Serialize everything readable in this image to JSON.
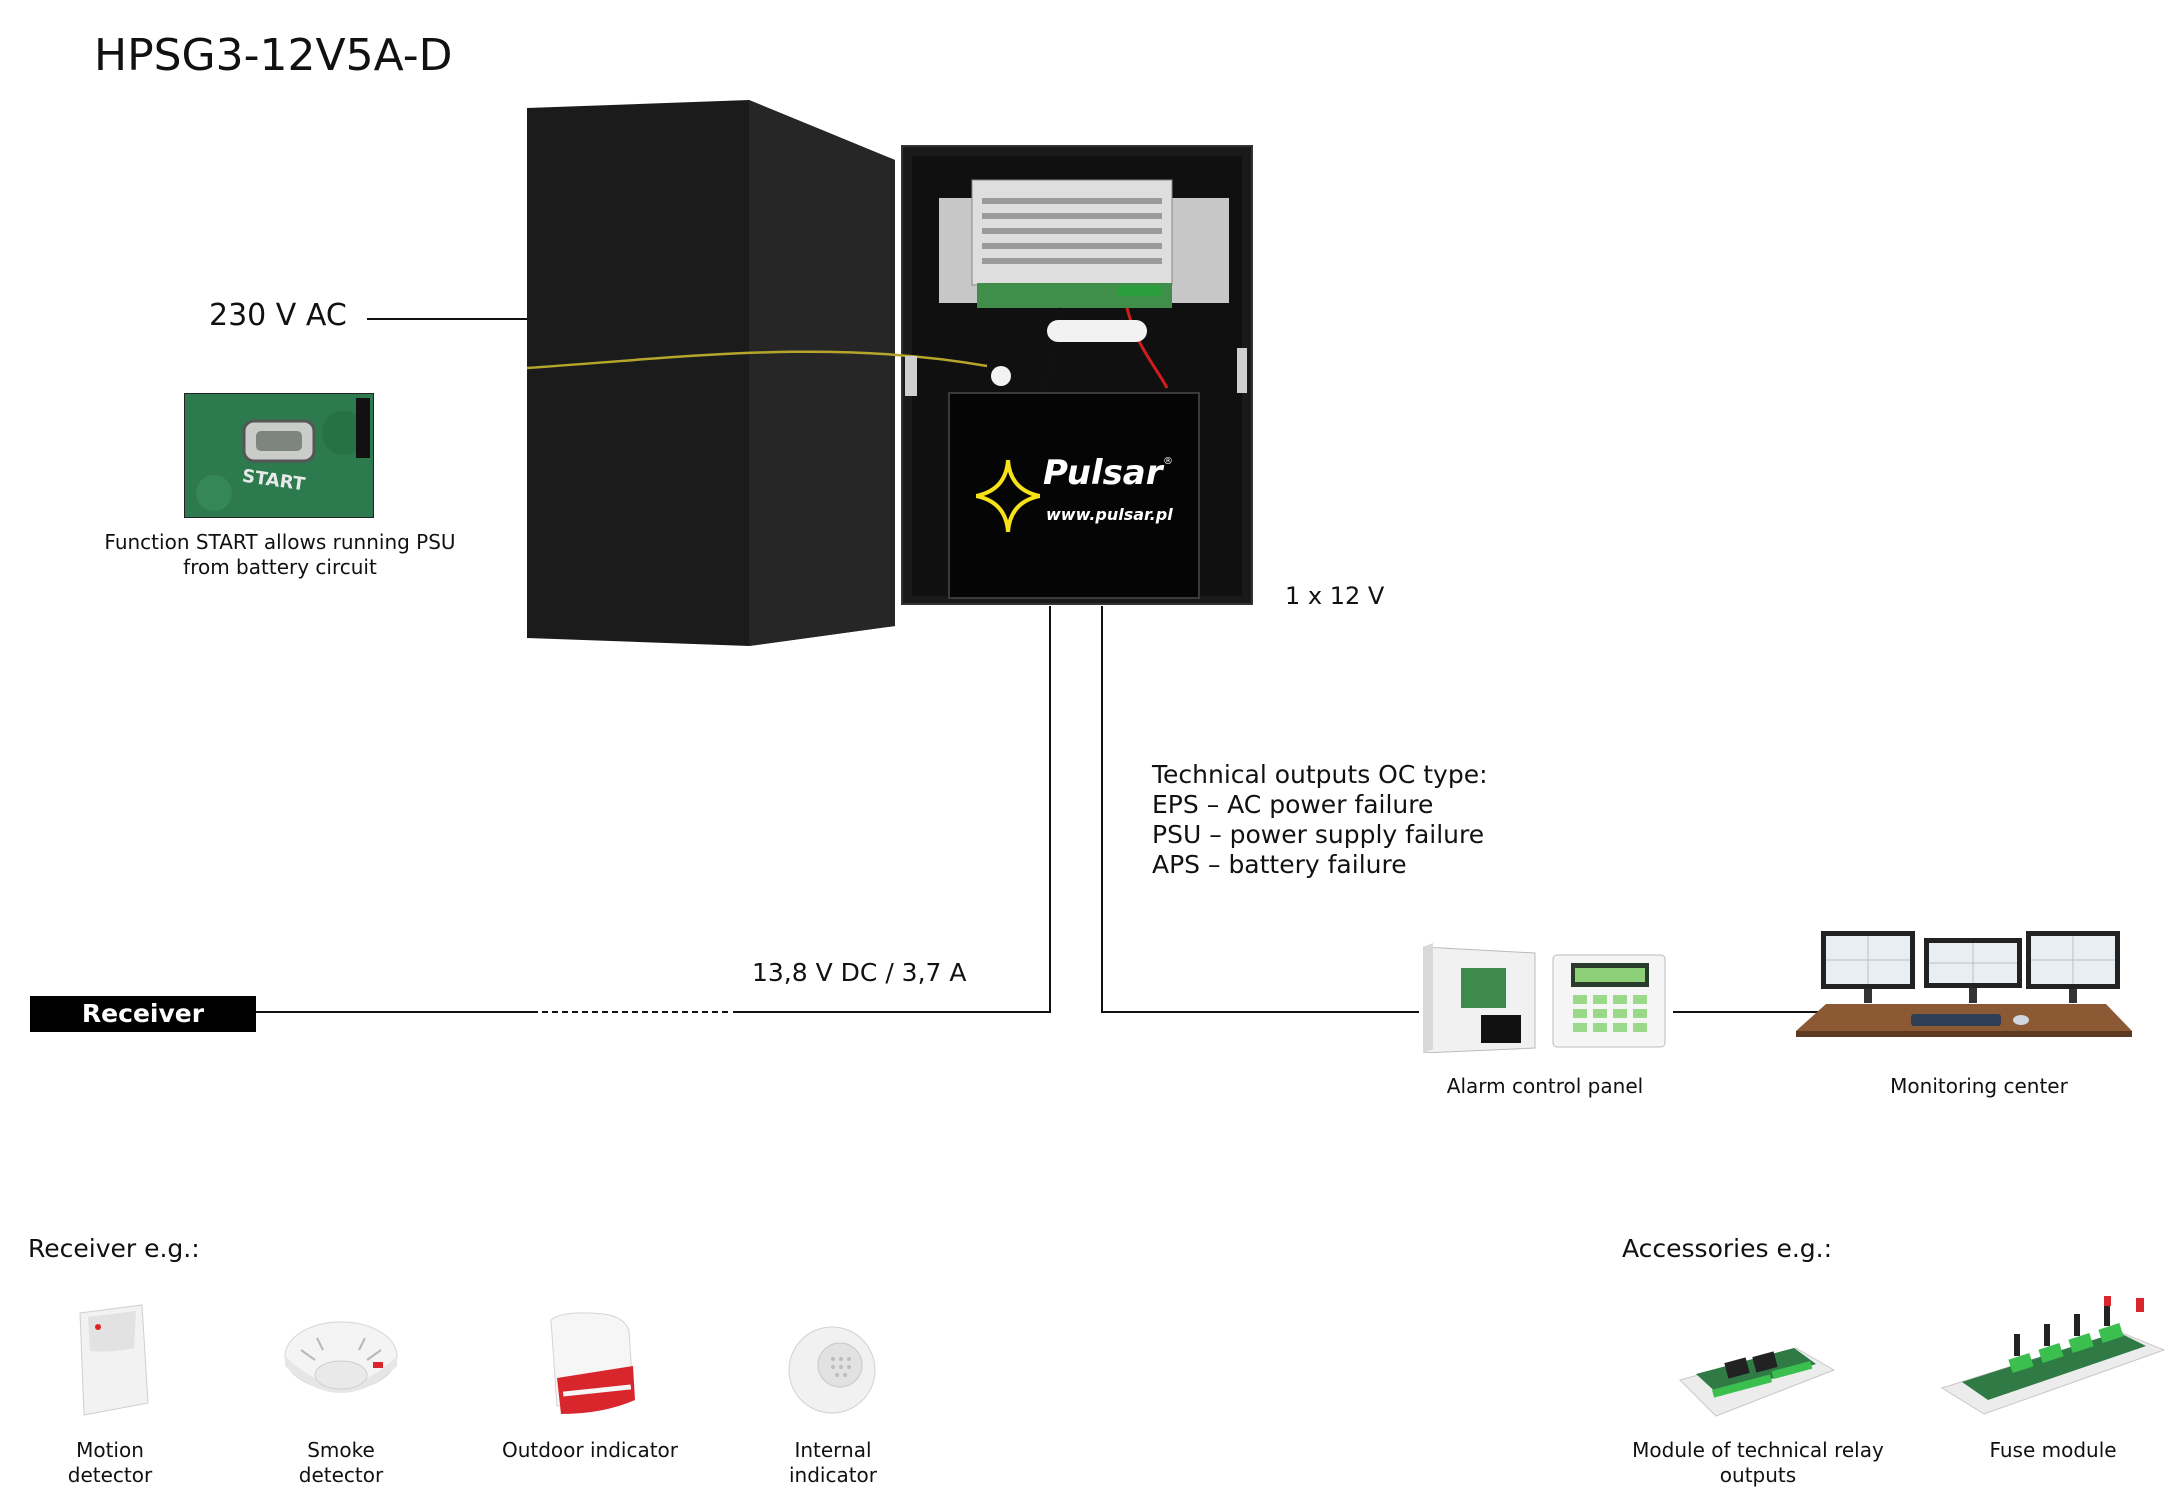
{
  "title": "HPSG3-12V5A-D",
  "input_label": "230 V AC",
  "start_caption": [
    "Function START allows running PSU",
    "from battery circuit"
  ],
  "start_button_text": "START",
  "brand": {
    "name": "Pulsar",
    "url": "www.pulsar.pl",
    "registered": "®"
  },
  "output_count": "1 x 12 V",
  "output_rating": "13,8 V DC / 3,7 A",
  "receiver_tag": "Receiver",
  "technical_outputs": {
    "heading": "Technical outputs OC type:",
    "lines": [
      "EPS – AC power failure",
      "PSU – power supply failure",
      "APS – battery failure"
    ]
  },
  "alarm_panel_label": "Alarm control panel",
  "monitoring_label": "Monitoring center",
  "receiver_section": {
    "heading": "Receiver e.g.:",
    "items": [
      {
        "icon": "motion-detector-icon",
        "label": [
          "Motion",
          "detector"
        ]
      },
      {
        "icon": "smoke-detector-icon",
        "label": [
          "Smoke",
          "detector"
        ]
      },
      {
        "icon": "outdoor-indicator-icon",
        "label": [
          "Outdoor indicator"
        ]
      },
      {
        "icon": "internal-indicator-icon",
        "label": [
          "Internal",
          "indicator"
        ]
      }
    ]
  },
  "accessories_section": {
    "heading": "Accessories e.g.:",
    "items": [
      {
        "icon": "relay-module-icon",
        "label": [
          "Module of technical relay",
          "outputs"
        ]
      },
      {
        "icon": "fuse-module-icon",
        "label": [
          "Fuse module"
        ]
      }
    ]
  },
  "colors": {
    "enclosure": "#1b1b1b",
    "brand_yellow": "#f5e219",
    "pcb_green": "#2f7a45",
    "siren_red": "#d8262c",
    "desk_brown": "#8b5a34"
  }
}
